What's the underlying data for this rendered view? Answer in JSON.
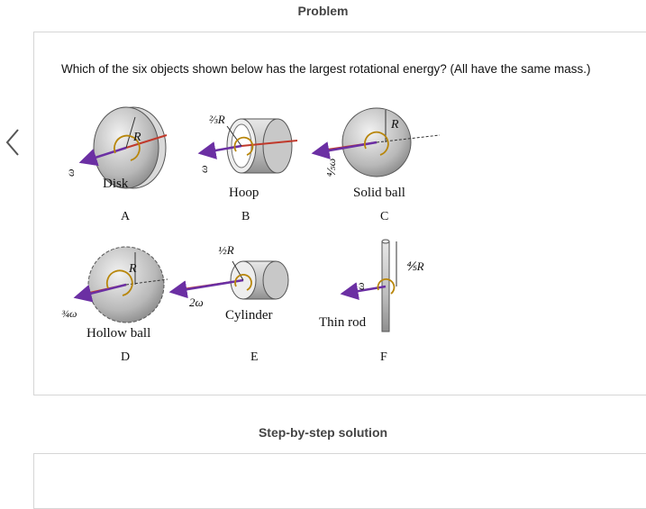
{
  "header": {
    "title": "Problem"
  },
  "problem": {
    "question": "Which of the six objects shown below has the largest rotational energy? (All have the same mass.)"
  },
  "figure": {
    "objects": [
      {
        "letter": "A",
        "name": "Disk",
        "omega": "ω⃗",
        "radius": "R"
      },
      {
        "letter": "B",
        "name": "Hoop",
        "omega": "ω⃗",
        "radius": "⅔R"
      },
      {
        "letter": "C",
        "name": "Solid ball",
        "omega": "⅘ω⃗",
        "radius": "R"
      },
      {
        "letter": "D",
        "name": "Hollow ball",
        "omega": "¾ω⃗",
        "radius": "R"
      },
      {
        "letter": "E",
        "name": "Cylinder",
        "omega": "2ω⃗",
        "radius": "½R"
      },
      {
        "letter": "F",
        "name": "Thin rod",
        "omega": "ω⃗",
        "radius": "⅘R"
      }
    ]
  },
  "solution": {
    "title": "Step-by-step solution"
  },
  "colors": {
    "axis": "#c0392b",
    "omega_arrow": "#6b2fa3",
    "rotation": "#b8860b",
    "object": "#c9c9c9"
  }
}
